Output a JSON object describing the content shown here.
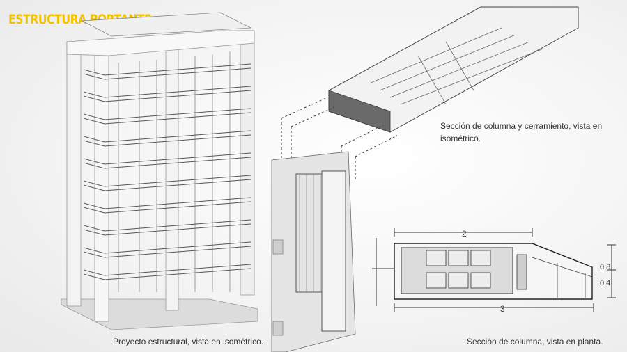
{
  "title": "ESTRUCTURA PORTANTE",
  "captions": {
    "building": "Proyecto estructural, vista en isométrico.",
    "iso_line1": "Sección de columna y cerramiento, vista en",
    "iso_line2": "isométrico.",
    "plan": "Sección de columna, vista en planta."
  },
  "plan_dimensions": {
    "top": "2",
    "bottom": "3",
    "right_upper": "0,8",
    "right_lower": "0,4"
  },
  "colors": {
    "title": "#f2c200",
    "line": "#444444"
  }
}
